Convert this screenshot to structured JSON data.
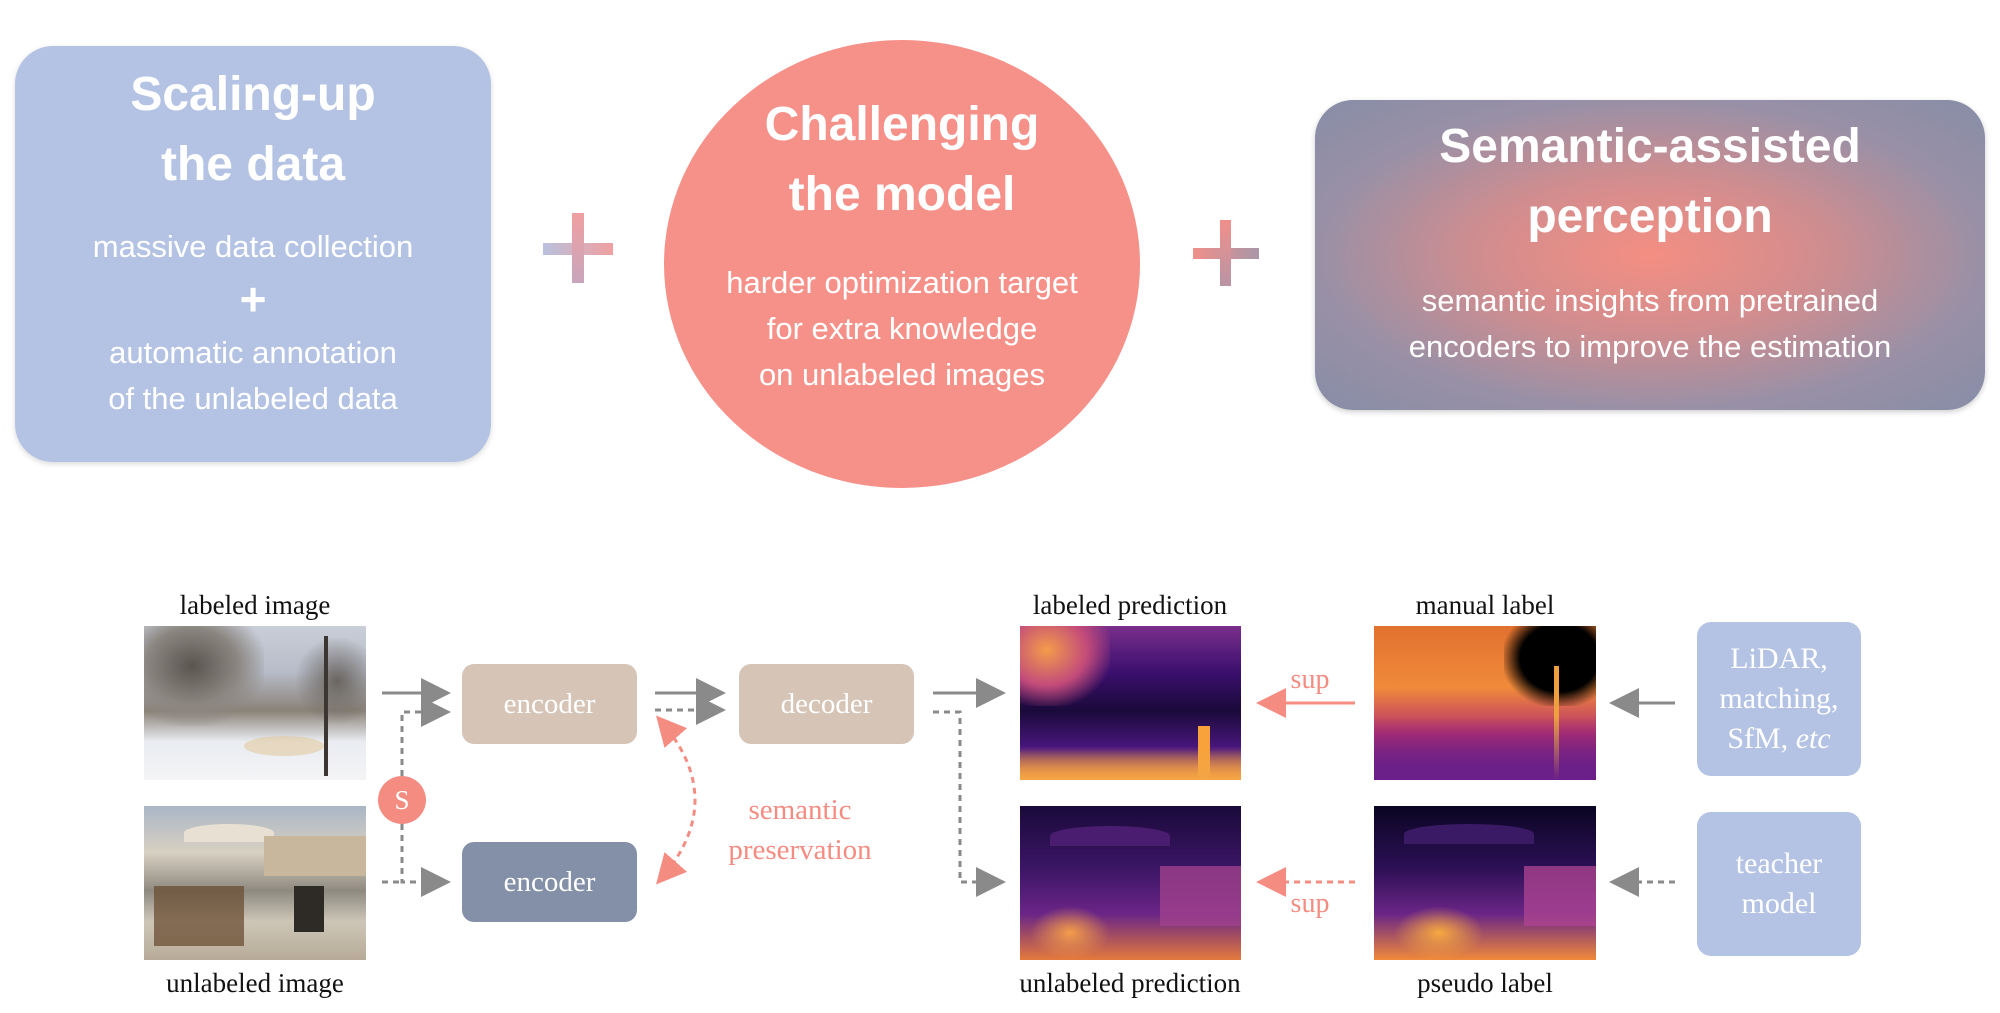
{
  "top": {
    "scaling": {
      "title_line1": "Scaling-up",
      "title_line2": "the data",
      "line1": "massive data collection",
      "plus": "+",
      "line2": "automatic annotation",
      "line3": "of the unlabeled data"
    },
    "plus_sign": "+",
    "model": {
      "title_line1": "Challenging",
      "title_line2": "the model",
      "line1": "harder optimization target",
      "line2": "for extra knowledge",
      "line3": "on unlabeled images"
    },
    "semantic": {
      "title_line1": "Semantic-assisted",
      "title_line2": "perception",
      "line1": "semantic insights from pretrained",
      "line2": "encoders to improve the estimation"
    }
  },
  "pipeline": {
    "labeled_image": "labeled image",
    "unlabeled_image": "unlabeled image",
    "s_label": "S",
    "encoder_top": "encoder",
    "encoder_bottom": "encoder",
    "decoder": "decoder",
    "semantic_line1": "semantic",
    "semantic_line2": "preservation",
    "labeled_prediction": "labeled prediction",
    "unlabeled_prediction": "unlabeled prediction",
    "manual_label": "manual label",
    "pseudo_label": "pseudo label",
    "sup_top": "sup",
    "sup_bottom": "sup",
    "lidar_line1": "LiDAR,",
    "lidar_line2": "matching,",
    "lidar_line3_prefix": "SfM, ",
    "lidar_line3_italic": "etc",
    "teacher_line1": "teacher",
    "teacher_line2": "model"
  },
  "colors": {
    "blue_box": "#b4c3e4",
    "salmon": "#f69189",
    "encoder_beige": "#d6c5b6",
    "encoder_slate": "#8390a7",
    "arrow_gray": "#8a8a8a",
    "arrow_salmon": "#f48c82"
  }
}
